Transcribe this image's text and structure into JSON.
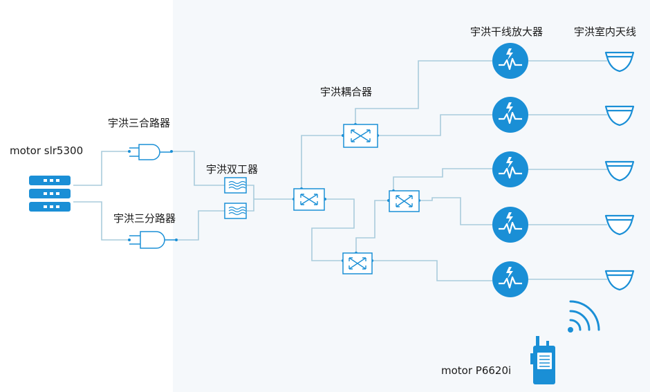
{
  "labels": {
    "base_station": "motor slr5300",
    "combiner": "宇洪三合路器",
    "splitter": "宇洪三分路器",
    "duplexer": "宇洪双工器",
    "coupler": "宇洪耦合器",
    "trunk_amp": "宇洪干线放大器",
    "indoor_antenna": "宇洪室内天线",
    "handheld": "motor P6620i"
  },
  "colors": {
    "accent": "#1a8fd6",
    "line": "#a9ccdc",
    "text": "#1a1a1a"
  },
  "icons": {
    "server": "server-rack-icon",
    "amplifier": "amplifier-icon",
    "antenna": "ceiling-antenna-icon",
    "radio": "walkie-talkie-icon",
    "signal": "wifi-signal-icon"
  }
}
